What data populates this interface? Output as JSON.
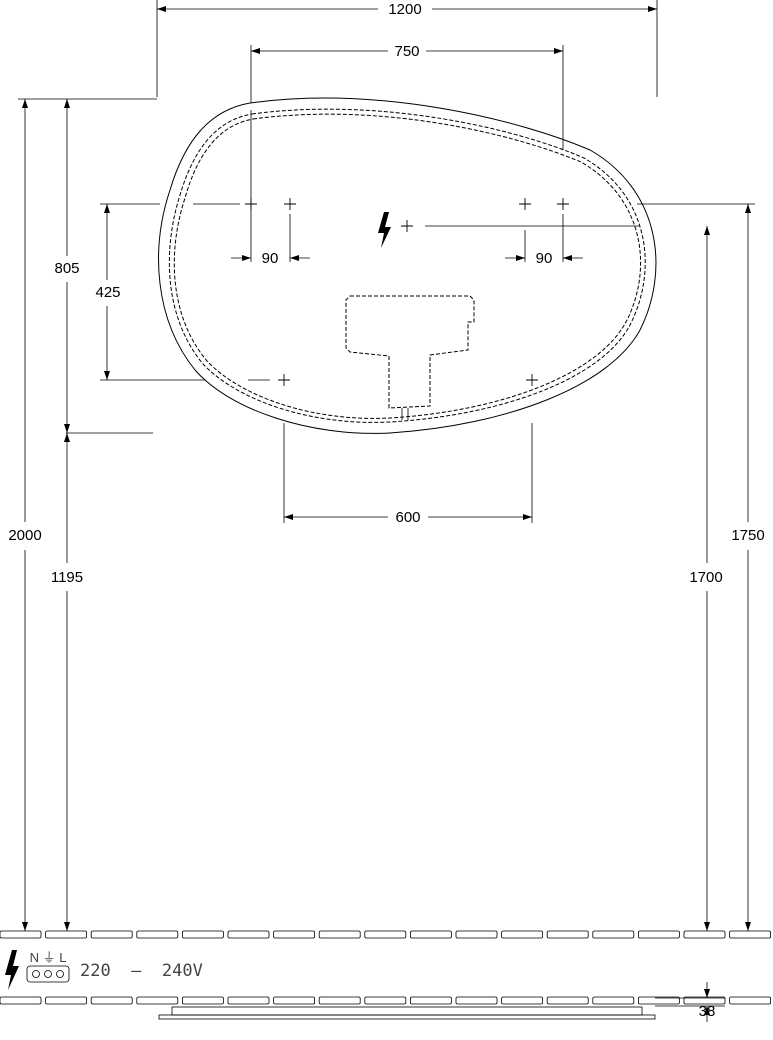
{
  "dimensions": {
    "overall_width": "1200",
    "hole_spacing_top": "750",
    "hole_spacing_bottom": "600",
    "offset_left": "90",
    "offset_right": "90",
    "top_height": "805",
    "hole_vertical": "425",
    "total_height": "2000",
    "lower_height": "1195",
    "connection_height": "1700",
    "mount_height": "1750",
    "depth": "38"
  },
  "electrical": {
    "terminals": "N ⏚ L",
    "voltage": "220  –  240V",
    "hazard_icon": "lightning-bolt-icon",
    "connector_icon": "terminal-block-icon"
  }
}
